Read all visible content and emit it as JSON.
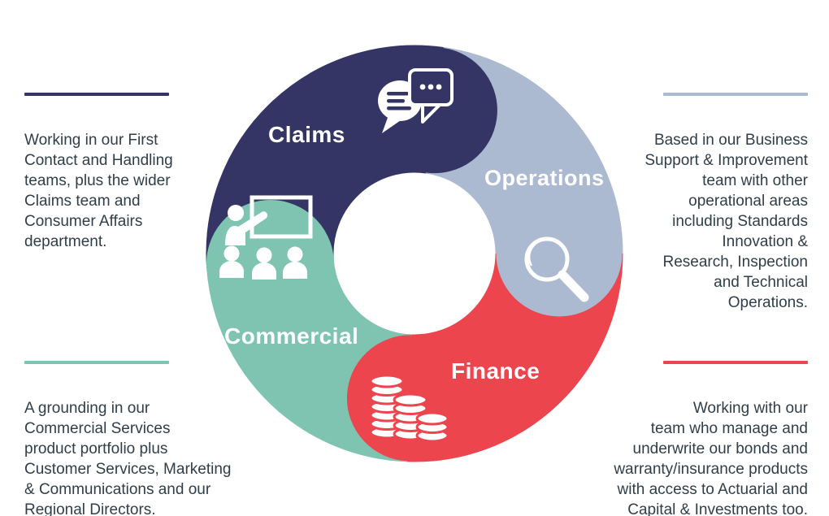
{
  "diagram": {
    "type": "segmented-wheel",
    "hole_color": "#ffffff",
    "segments": [
      {
        "id": "claims",
        "label": "Claims",
        "color": "#343564",
        "start": 184,
        "end": 82,
        "icon": "chat-bubbles-icon"
      },
      {
        "id": "operations",
        "label": "Operations",
        "color": "#abbad1",
        "start": 82,
        "end": 0,
        "icon": "magnifier-icon"
      },
      {
        "id": "finance",
        "label": "Finance",
        "color": "#ec454d",
        "start": 0,
        "end": 268,
        "icon": "coin-stacks-icon"
      },
      {
        "id": "commercial",
        "label": "Commercial",
        "color": "#7fc4b1",
        "start": 268,
        "end": 184,
        "icon": "presentation-icon"
      }
    ]
  },
  "notes": {
    "top_left": {
      "area": "Claims",
      "accent": "#343564",
      "text": "Working in our First\nContact and Handling\nteams, plus the wider\nClaims team and\nConsumer Affairs\ndepartment."
    },
    "top_right": {
      "area": "Operations",
      "accent": "#abbad1",
      "text": "Based in our Business\nSupport & Improvement\nteam with other\noperational areas\nincluding Standards\nInnovation &\nResearch, Inspection\nand Technical\nOperations."
    },
    "bottom_left": {
      "area": "Commercial",
      "accent": "#7fc4b1",
      "text": "A grounding in our\nCommercial Services\nproduct portfolio plus\nCustomer Services, Marketing\n& Communications and our\nRegional Directors."
    },
    "bottom_right": {
      "area": "Finance",
      "accent": "#ec454d",
      "text": "Working with our\nteam who manage and\nunderwrite our bonds and\nwarranty/insurance products\nwith access to Actuarial and\nCapital & Investments too."
    }
  }
}
